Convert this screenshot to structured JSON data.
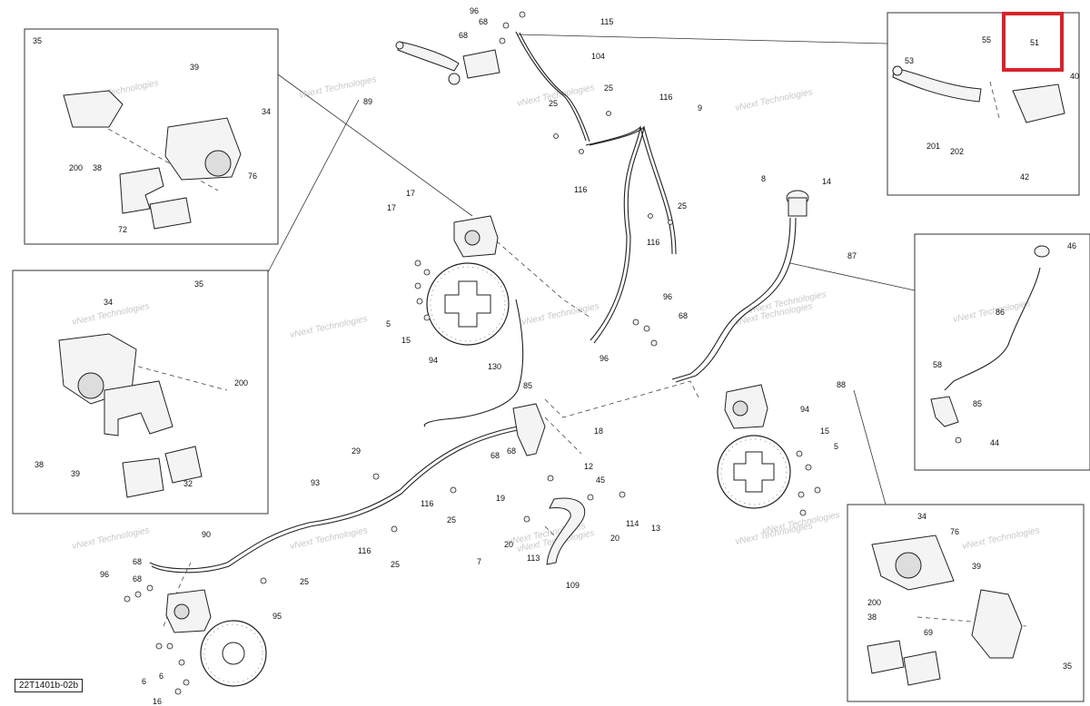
{
  "diagram_code": "22T1401b-02b",
  "watermark_text": "vNext Technologies",
  "highlight_color": "#d8232a",
  "highlight_label": "51",
  "callouts": [
    {
      "id": "c96a",
      "text": "96"
    },
    {
      "id": "c68a",
      "text": "68"
    },
    {
      "id": "c68b",
      "text": "68"
    },
    {
      "id": "c115",
      "text": "115"
    },
    {
      "id": "c104",
      "text": "104"
    },
    {
      "id": "c25a",
      "text": "25"
    },
    {
      "id": "c116a",
      "text": "116"
    },
    {
      "id": "c9",
      "text": "9"
    },
    {
      "id": "c25b",
      "text": "25"
    },
    {
      "id": "c116b",
      "text": "116"
    },
    {
      "id": "c116c",
      "text": "116"
    },
    {
      "id": "c25c",
      "text": "25"
    },
    {
      "id": "c89",
      "text": "89"
    },
    {
      "id": "c35a",
      "text": "35"
    },
    {
      "id": "c39a",
      "text": "39"
    },
    {
      "id": "c34a",
      "text": "34"
    },
    {
      "id": "c200a",
      "text": "200"
    },
    {
      "id": "c38a",
      "text": "38"
    },
    {
      "id": "c76a",
      "text": "76"
    },
    {
      "id": "c72",
      "text": "72"
    },
    {
      "id": "c17a",
      "text": "17"
    },
    {
      "id": "c17b",
      "text": "17"
    },
    {
      "id": "c5a",
      "text": "5"
    },
    {
      "id": "c15a",
      "text": "15"
    },
    {
      "id": "c94a",
      "text": "94"
    },
    {
      "id": "c130",
      "text": "130"
    },
    {
      "id": "c85a",
      "text": "85"
    },
    {
      "id": "c18",
      "text": "18"
    },
    {
      "id": "c68c",
      "text": "68"
    },
    {
      "id": "c68d",
      "text": "68"
    },
    {
      "id": "c96b",
      "text": "96"
    },
    {
      "id": "c96c",
      "text": "96"
    },
    {
      "id": "c68e",
      "text": "68"
    },
    {
      "id": "c8",
      "text": "8"
    },
    {
      "id": "c14",
      "text": "14"
    },
    {
      "id": "c87",
      "text": "87"
    },
    {
      "id": "c88",
      "text": "88"
    },
    {
      "id": "c94b",
      "text": "94"
    },
    {
      "id": "c15b",
      "text": "15"
    },
    {
      "id": "c5b",
      "text": "5"
    },
    {
      "id": "c35b",
      "text": "35"
    },
    {
      "id": "c34b",
      "text": "34"
    },
    {
      "id": "c200b",
      "text": "200"
    },
    {
      "id": "c38b",
      "text": "38"
    },
    {
      "id": "c39b",
      "text": "39"
    },
    {
      "id": "c32",
      "text": "32"
    },
    {
      "id": "c53",
      "text": "53"
    },
    {
      "id": "c55",
      "text": "55"
    },
    {
      "id": "c51",
      "text": "51"
    },
    {
      "id": "c40",
      "text": "40"
    },
    {
      "id": "c201",
      "text": "201"
    },
    {
      "id": "c202",
      "text": "202"
    },
    {
      "id": "c42",
      "text": "42"
    },
    {
      "id": "c46",
      "text": "46"
    },
    {
      "id": "c86",
      "text": "86"
    },
    {
      "id": "c58",
      "text": "58"
    },
    {
      "id": "c85b",
      "text": "85"
    },
    {
      "id": "c44",
      "text": "44"
    },
    {
      "id": "c29",
      "text": "29"
    },
    {
      "id": "c93",
      "text": "93"
    },
    {
      "id": "c116d",
      "text": "116"
    },
    {
      "id": "c25d",
      "text": "25"
    },
    {
      "id": "c116e",
      "text": "116"
    },
    {
      "id": "c25e",
      "text": "25"
    },
    {
      "id": "c12",
      "text": "12"
    },
    {
      "id": "c45",
      "text": "45"
    },
    {
      "id": "c19",
      "text": "19"
    },
    {
      "id": "c114",
      "text": "114"
    },
    {
      "id": "c13",
      "text": "13"
    },
    {
      "id": "c20a",
      "text": "20"
    },
    {
      "id": "c20b",
      "text": "20"
    },
    {
      "id": "c7",
      "text": "7"
    },
    {
      "id": "c113",
      "text": "113"
    },
    {
      "id": "c109",
      "text": "109"
    },
    {
      "id": "c90",
      "text": "90"
    },
    {
      "id": "c96d",
      "text": "96"
    },
    {
      "id": "c68f",
      "text": "68"
    },
    {
      "id": "c68g",
      "text": "68"
    },
    {
      "id": "c25f",
      "text": "25"
    },
    {
      "id": "c95",
      "text": "95"
    },
    {
      "id": "c6a",
      "text": "6"
    },
    {
      "id": "c6b",
      "text": "6"
    },
    {
      "id": "c16",
      "text": "16"
    },
    {
      "id": "c34c",
      "text": "34"
    },
    {
      "id": "c76b",
      "text": "76"
    },
    {
      "id": "c200c",
      "text": "200"
    },
    {
      "id": "c38c",
      "text": "38"
    },
    {
      "id": "c39c",
      "text": "39"
    },
    {
      "id": "c69",
      "text": "69"
    },
    {
      "id": "c35c",
      "text": "35"
    }
  ]
}
